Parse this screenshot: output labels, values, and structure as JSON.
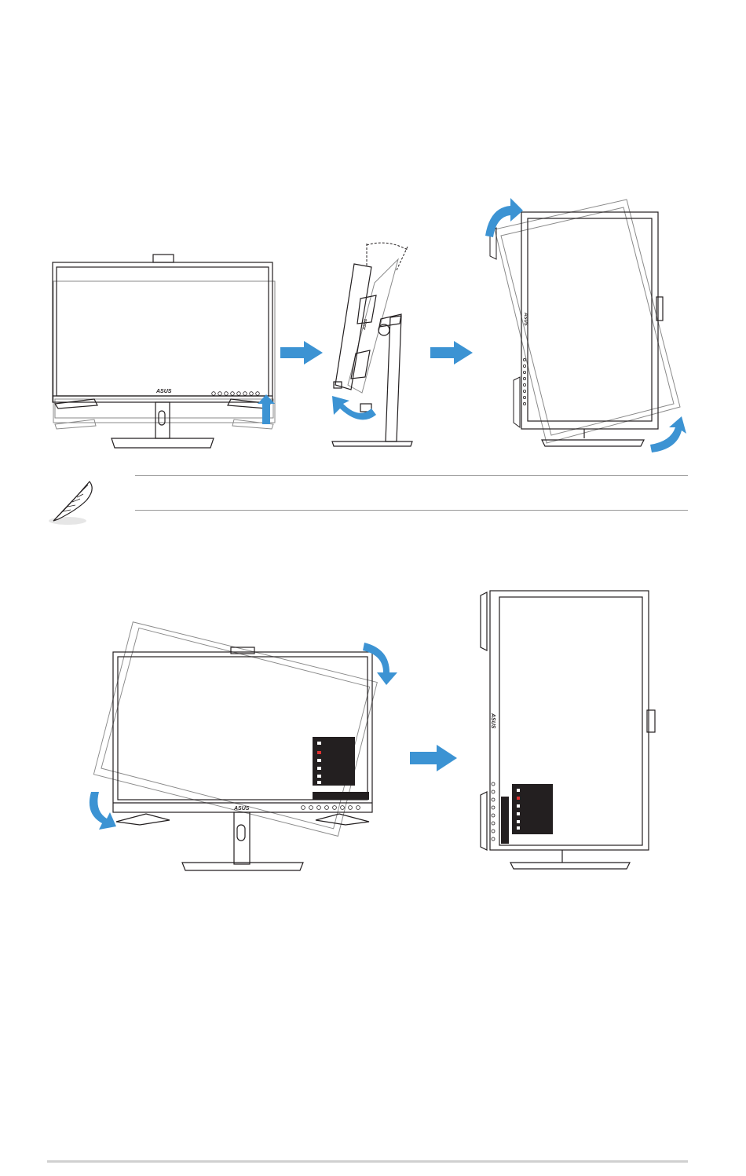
{
  "figures": {
    "rotation_sequence_top": {
      "monitor_front_logo": "ASUS",
      "monitor_side_logo": "ASUS",
      "portrait_side_logo": "ASUS"
    },
    "rotation_sequence_bottom": {
      "landscape_logo": "ASUS",
      "portrait_logo": "ASUS"
    }
  },
  "colors": {
    "arrow_blue": "#3c93d3",
    "line_dark": "#231f20",
    "ghost_gray": "#8a8a8a",
    "rule_gray": "#999999"
  },
  "icons": [
    "note-feather-icon",
    "right-arrow-icon",
    "curved-arrow-icon",
    "up-arrow-icon"
  ]
}
